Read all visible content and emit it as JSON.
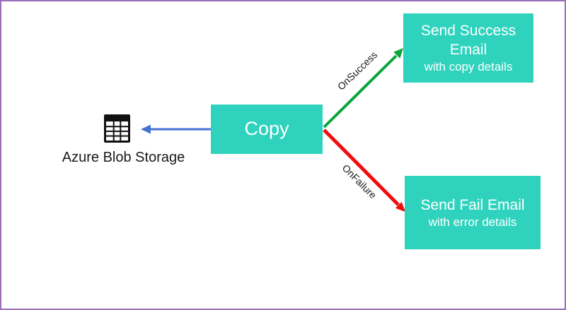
{
  "colors": {
    "node_fill": "#2fd3bd",
    "node_text": "#ffffff",
    "canvas_border": "#9b6ebc",
    "canvas_bg": "#ffffff",
    "success_arrow": "#0aa53c",
    "failure_arrow": "#f20d0d",
    "blob_arrow": "#4372d4",
    "label_text": "#1a1a1a",
    "icon_color": "#111111"
  },
  "diagram": {
    "copy_node": {
      "label": "Copy"
    },
    "success_node": {
      "lines": [
        "Send Success",
        "Email"
      ],
      "subtitle": "with copy details"
    },
    "fail_node": {
      "title": "Send Fail Email",
      "subtitle": "with error details"
    },
    "blob": {
      "label": "Azure Blob Storage",
      "icon": "table-icon"
    },
    "edges": {
      "onsuccess": {
        "label": "OnSuccess"
      },
      "onfailure": {
        "label": "OnFailure"
      }
    }
  }
}
